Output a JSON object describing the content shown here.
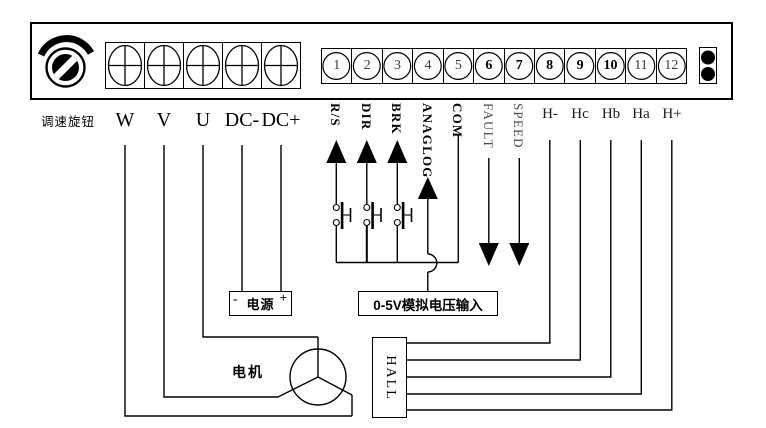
{
  "panel": {
    "knob_label": "调速旋钮",
    "large_terminals": [
      "W",
      "V",
      "U",
      "DC-",
      "DC+"
    ],
    "small_terminals": [
      {
        "number": "1",
        "signal": "R/S",
        "arrow": "up"
      },
      {
        "number": "2",
        "signal": "DIR",
        "arrow": "up"
      },
      {
        "number": "3",
        "signal": "BRK",
        "arrow": "up"
      },
      {
        "number": "4",
        "signal": "ANAGLOG",
        "arrow": "up"
      },
      {
        "number": "5",
        "signal": "COM",
        "arrow": "none"
      },
      {
        "number": "6",
        "signal": "FAULT",
        "arrow": "down"
      },
      {
        "number": "7",
        "signal": "SPEED",
        "arrow": "down"
      },
      {
        "number": "8",
        "signal": "H-",
        "arrow": "none"
      },
      {
        "number": "9",
        "signal": "Hc",
        "arrow": "none"
      },
      {
        "number": "10",
        "signal": "Hb",
        "arrow": "none"
      },
      {
        "number": "11",
        "signal": "Ha",
        "arrow": "none"
      },
      {
        "number": "12",
        "signal": "H+",
        "arrow": "none"
      }
    ]
  },
  "components": {
    "power_supply": {
      "label": "电源",
      "minus": "-",
      "plus": "+"
    },
    "analog_input": {
      "label": "0-5V模拟电压输入"
    },
    "motor": {
      "label": "电机"
    },
    "hall_sensor": {
      "label": "HALL"
    }
  },
  "connections": [
    {
      "terminals": "W, V, U",
      "connected_to": "电机 (motor windings)"
    },
    {
      "terminals": "DC-, DC+",
      "connected_to": "电源 (power supply)"
    },
    {
      "terminals": "R/S, DIR, BRK",
      "connected_to": "COM via push-button switches"
    },
    {
      "terminals": "ANAGLOG",
      "connected_to": "0-5V模拟电压输入 (analog voltage input)"
    },
    {
      "terminals": "FAULT, SPEED",
      "connected_to": "outputs (down arrows)"
    },
    {
      "terminals": "H-, Hc, Hb, Ha, H+",
      "connected_to": "HALL (hall sensor)"
    }
  ],
  "colors": {
    "line": "#000000",
    "background": "#ffffff"
  }
}
